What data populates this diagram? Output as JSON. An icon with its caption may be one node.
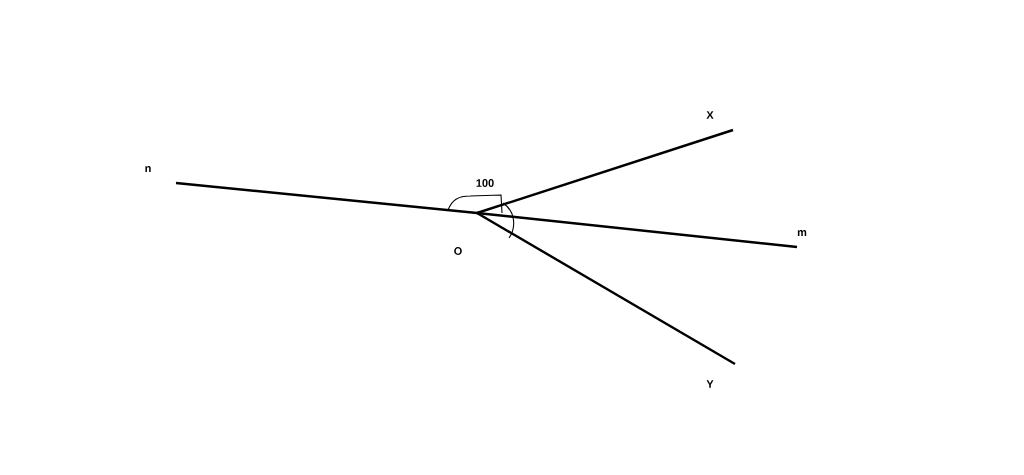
{
  "diagram": {
    "labels": [
      "n",
      "X",
      "100",
      "m",
      "O",
      "Y"
    ]
  }
}
